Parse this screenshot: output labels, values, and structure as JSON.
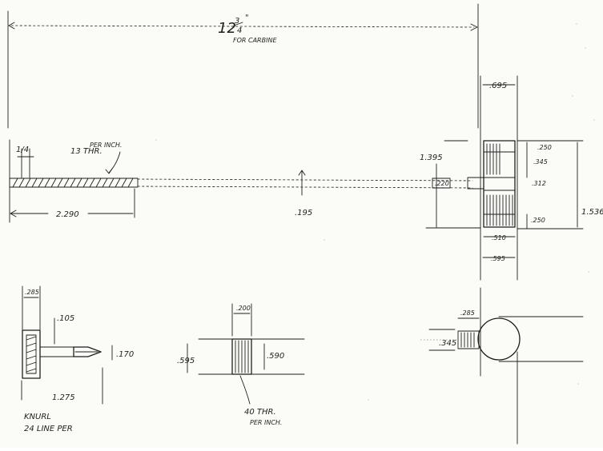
{
  "overall": {
    "length_whole": "12",
    "length_num": "3",
    "length_den": "4",
    "length_unit": "\"",
    "length_note": "FOR CARBINE"
  },
  "rod": {
    "tip_dim": "1/4",
    "thread_note_line1": "13 THR.",
    "thread_note_line2": "PER INCH.",
    "thread_length": "2.290",
    "rod_dia": ".195"
  },
  "end_view": {
    "top_width": ".695",
    "height": "1.395",
    "top_gap": ".250",
    "top_step": ".345",
    "mid_step": ".312",
    "bottom_step": ".250",
    "overall_height": "1.536",
    "pin_dia": ".220",
    "inner_width": ".510",
    "bottom_width": ".595"
  },
  "knob": {
    "cap_width": ".285",
    "shank_dia": ".105",
    "tip_dia": ".170",
    "total_length": "1.275",
    "knurl_line1": "KNURL",
    "knurl_line2": "24 LINE PER"
  },
  "nut": {
    "width": ".200",
    "height": ".595",
    "bore": ".590",
    "thread_line1": "40 THR.",
    "thread_line2": "PER INCH."
  },
  "side_view": {
    "boss_width": ".285",
    "boss_height": ".345"
  }
}
